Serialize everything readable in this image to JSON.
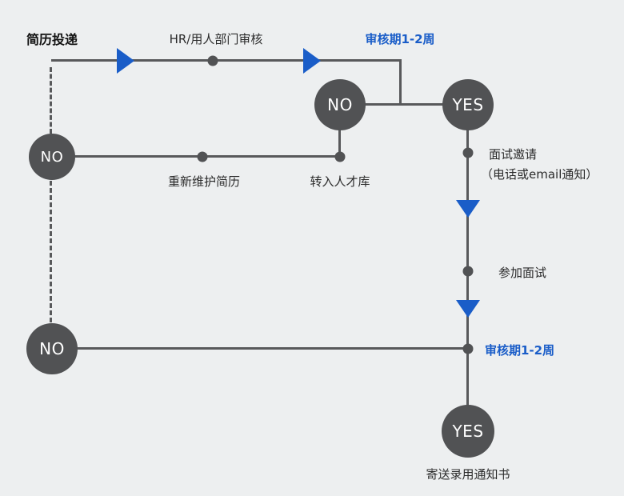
{
  "colors": {
    "bg": "#edeff0",
    "node": "#515254",
    "line": "#58595b",
    "blue": "#1a5dc8",
    "text": "#2b2b2b"
  },
  "nodes": {
    "start": "简历投递",
    "hr_review": "HR/用人部门审核",
    "review_period_top": "审核期1-2周",
    "no_top": "NO",
    "yes_top": "YES",
    "no_mid": "NO",
    "remaintain": "重新维护简历",
    "talent_pool": "转入人才库",
    "interview_invite": "面试邀请",
    "interview_invite_note": "（电话或email通知）",
    "attend_interview": "参加面试",
    "no_bottom": "NO",
    "review_period_bottom": "审核期1-2周",
    "yes_bottom": "YES",
    "send_offer": "寄送录用通知书"
  }
}
